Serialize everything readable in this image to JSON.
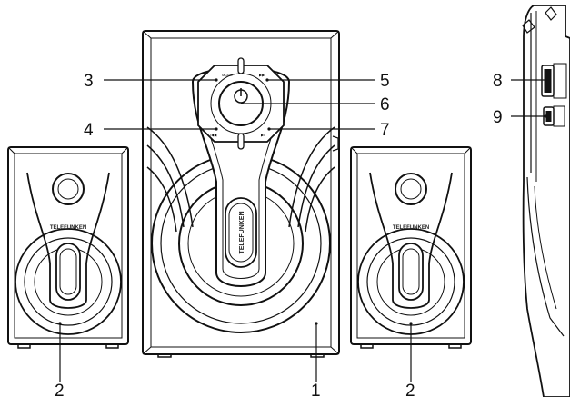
{
  "diagram": {
    "brand_main": "TELEFUNKEN",
    "brand_left": "TELEFUNKEN",
    "brand_right": "TELEFUNKEN",
    "callouts": {
      "subwoofer": "1",
      "satellite_left": "2",
      "satellite_right": "2",
      "control_3": "3",
      "control_4": "4",
      "control_5": "5",
      "control_6": "6",
      "control_7": "7",
      "side_8": "8",
      "side_9": "9"
    },
    "panel_labels": {
      "mode": "MODE",
      "next": "▶▶I",
      "prev": "I◀◀",
      "play": "▶II"
    }
  }
}
